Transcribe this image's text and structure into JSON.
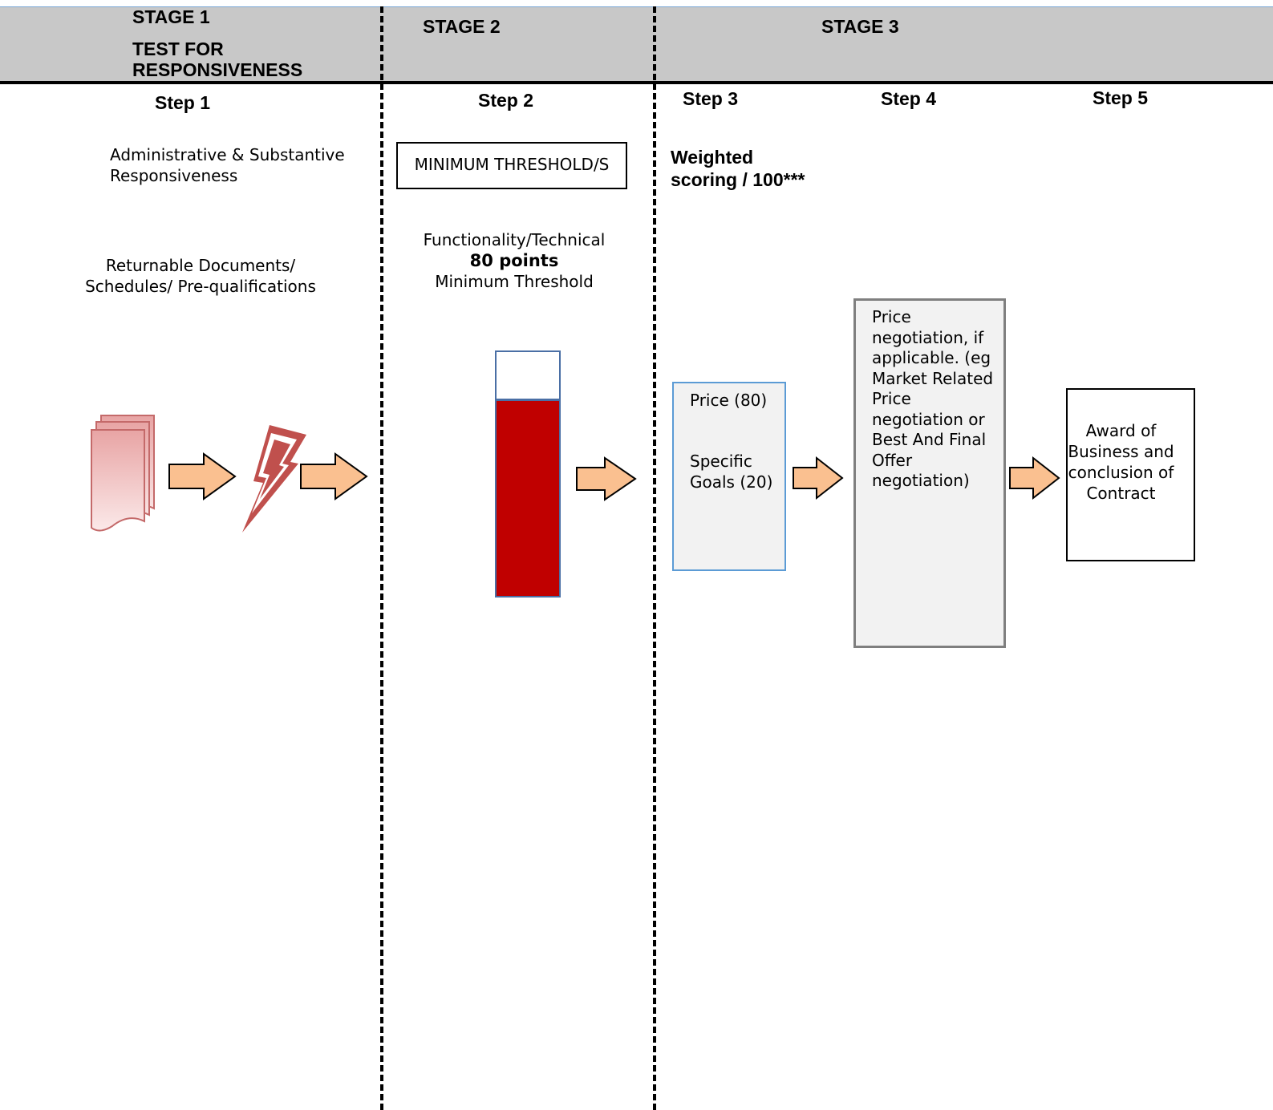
{
  "stages": {
    "stage1": {
      "title": "STAGE 1",
      "subtitle_line1": "TEST FOR",
      "subtitle_line2": "RESPONSIVENESS"
    },
    "stage2": {
      "title": "STAGE 2"
    },
    "stage3": {
      "title": "STAGE 3"
    }
  },
  "steps": [
    "Step 1",
    "Step 2",
    "Step 3",
    "Step 4",
    "Step 5"
  ],
  "step1": {
    "admin_line1": "Administrative & Substantive",
    "admin_line2": "Responsiveness",
    "returnable_line1": "Returnable Documents/",
    "returnable_line2": "Schedules/ Pre-qualifications"
  },
  "step2": {
    "threshold_box": "MINIMUM THRESHOLD/S",
    "func_line1": "Functionality/Technical",
    "func_points": "80 points",
    "func_line3": "Minimum Threshold",
    "bar_fill_fraction": 0.8
  },
  "step3": {
    "weighted_line1": "Weighted",
    "weighted_line2": "scoring / 100***",
    "price": "Price (80)",
    "specific_line1": "Specific",
    "specific_line2": "Goals (20)"
  },
  "step4": {
    "lines": [
      "Price",
      "negotiation, if",
      "applicable. (eg",
      "Market Related",
      "Price",
      "negotiation or",
      "Best And Final",
      "Offer",
      "negotiation)"
    ]
  },
  "step5": {
    "lines": [
      "Award of",
      "Business and",
      "conclusion of",
      "Contract"
    ]
  },
  "colors": {
    "header_bg": "#c8c8c8",
    "bar_red": "#c00000",
    "arrow_fill": "#fac090",
    "box_blue_border": "#5b9bd5",
    "box_grey_fill": "#f2f2f2"
  }
}
